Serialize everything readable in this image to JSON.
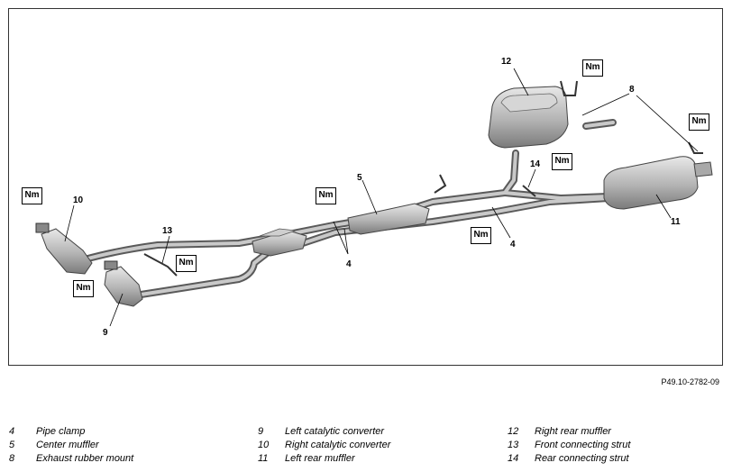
{
  "reference": "P49.10-2782-09",
  "torque_label": "Nm",
  "callouts": [
    {
      "id": "c10",
      "text": "10"
    },
    {
      "id": "c13",
      "text": "13"
    },
    {
      "id": "c9",
      "text": "9"
    },
    {
      "id": "c5",
      "text": "5"
    },
    {
      "id": "c4a",
      "text": "4"
    },
    {
      "id": "c4b",
      "text": "4"
    },
    {
      "id": "c14",
      "text": "14"
    },
    {
      "id": "c12",
      "text": "12"
    },
    {
      "id": "c8",
      "text": "8"
    },
    {
      "id": "c11",
      "text": "11"
    }
  ],
  "legend": [
    [
      {
        "num": "4",
        "label": "Pipe clamp"
      },
      {
        "num": "5",
        "label": "Center muffler"
      },
      {
        "num": "8",
        "label": "Exhaust rubber mount"
      }
    ],
    [
      {
        "num": "9",
        "label": "Left catalytic converter"
      },
      {
        "num": "10",
        "label": "Right catalytic converter"
      },
      {
        "num": "11",
        "label": "Left rear muffler"
      }
    ],
    [
      {
        "num": "12",
        "label": "Right rear muffler"
      },
      {
        "num": "13",
        "label": "Front connecting strut"
      },
      {
        "num": "14",
        "label": "Rear connecting strut"
      }
    ]
  ]
}
